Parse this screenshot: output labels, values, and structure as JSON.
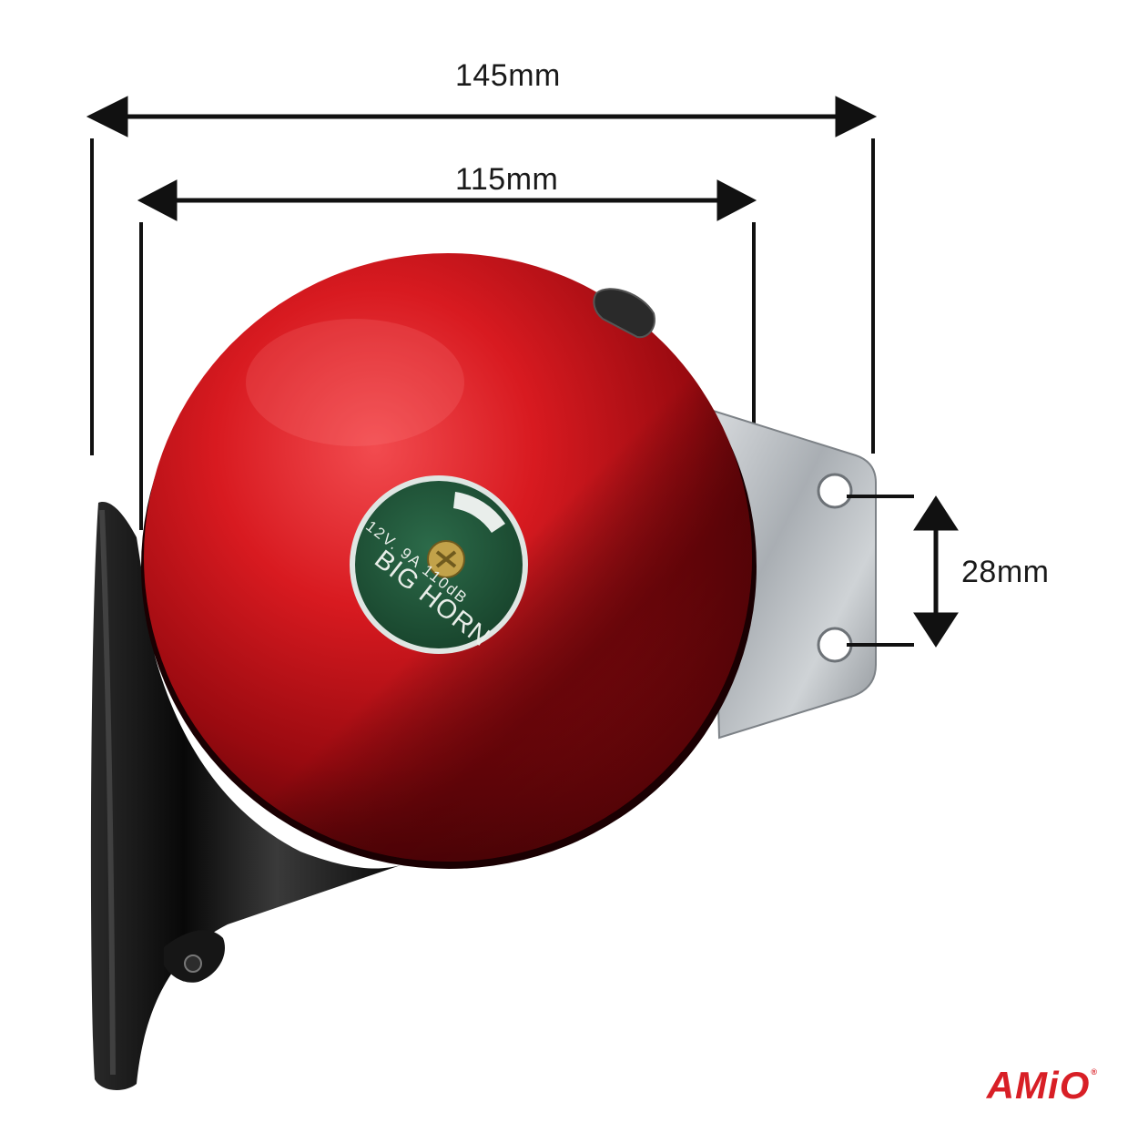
{
  "dimensions": {
    "overall_width": "145mm",
    "bell_diameter": "115mm",
    "mount_hole_spacing": "28mm"
  },
  "product_label": {
    "name": "BIG HORN",
    "spec": "12V. 9A  110dB"
  },
  "brand": {
    "logo_text": "AMiO",
    "mark": "®"
  },
  "colors": {
    "bell_red": "#c41018",
    "bell_dark": "#5a0306",
    "label_green": "#1f5a3c",
    "bracket_metal": "#b8bcc0",
    "body_black": "#111111",
    "brand_red": "#d81f26"
  }
}
